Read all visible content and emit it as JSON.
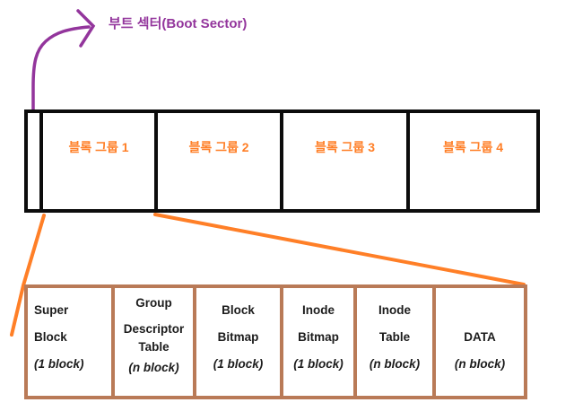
{
  "diagram": {
    "boot_sector_label": "부트 섹터(Boot Sector)",
    "disk_row": {
      "groups": [
        {
          "label": "블록 그룹 1"
        },
        {
          "label": "블록 그룹 2"
        },
        {
          "label": "블록 그룹 3"
        },
        {
          "label": "블록 그룹 4"
        }
      ]
    },
    "block_group_detail": {
      "boxes": [
        {
          "line1": "Super",
          "line2": "Block",
          "size": "(1 block)"
        },
        {
          "line1": "Group",
          "line2": "Descriptor",
          "line3": "Table",
          "size": "(n block)"
        },
        {
          "line1": "Block",
          "line2": "Bitmap",
          "size": "(1 block)"
        },
        {
          "line1": "Inode",
          "line2": "Bitmap",
          "size": "(1 block)"
        },
        {
          "line1": "Inode",
          "line2": "Table",
          "size": "(n block)"
        },
        {
          "line1": "DATA",
          "size": "(n block)"
        }
      ]
    }
  },
  "colors": {
    "purple_annotation": "#93359c",
    "orange_accent": "#ff7f27",
    "brown_border": "#b97a57",
    "black_border": "#0c0c0c"
  }
}
